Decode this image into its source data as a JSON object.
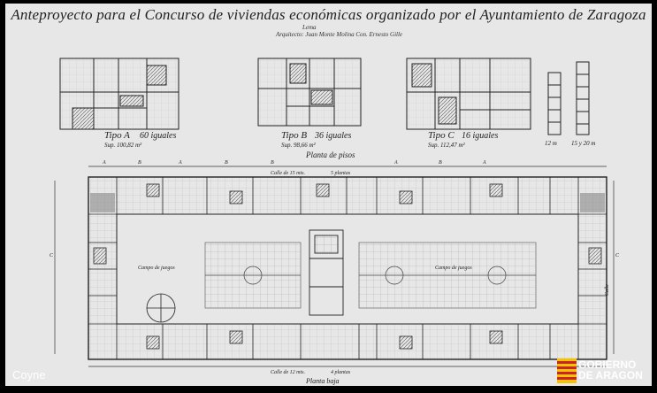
{
  "sheet": {
    "title": "Anteproyecto para el Concurso de viviendas económicas organizado por el Ayuntamiento de Zaragoza",
    "lema": "Lema",
    "subtitle": "Arquitecto: Juan Monte Molina   Con. Ernesto Gille"
  },
  "types": [
    {
      "label": "Tipo A",
      "count": "60 iguales",
      "area": "Sup. 100,82 m²"
    },
    {
      "label": "Tipo B",
      "count": "36 iguales",
      "area": "Sup. 98,66 m²"
    },
    {
      "label": "Tipo C",
      "count": "16 iguales",
      "area": "Sup. 112,47 m²"
    }
  ],
  "elevations": [
    {
      "label": "12 m"
    },
    {
      "label": "15 y 20 m"
    }
  ],
  "plan": {
    "main_title": "Planta de pisos",
    "top_street": "Calle de 15 mts.",
    "top_floors": "5 plantas",
    "bottom_street": "Calle de 12 mts.",
    "bottom_floors": "4 plantas",
    "bottom_title": "Planta baja",
    "courtyard_left": "Campo de juegos",
    "courtyard_right": "Campo de juegos",
    "side_street": "Calle",
    "unit_labels": [
      "A",
      "B",
      "A",
      "B",
      "B",
      "A",
      "B",
      "A",
      "C",
      "C"
    ]
  },
  "watermark": {
    "left_text": "Coyne",
    "logo_line1": "GOBIERNO",
    "logo_line2": "DE ARAGON"
  },
  "colors": {
    "paper": "#e7e7e7",
    "ink": "#222222",
    "frame": "#000000",
    "logo_red": "#c8242c",
    "logo_yellow": "#f4c400"
  }
}
